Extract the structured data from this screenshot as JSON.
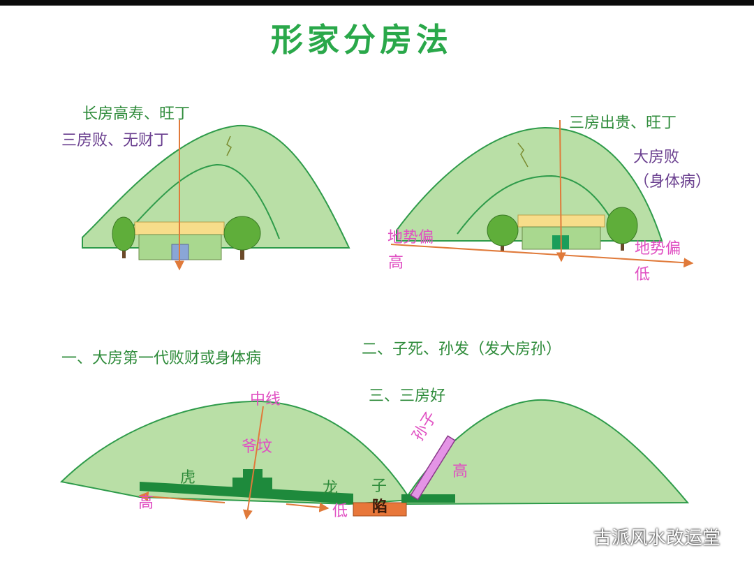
{
  "title": "形家分房法",
  "top_left": {
    "line1": "长房高寿、旺丁",
    "line2": "三房败、无财丁"
  },
  "top_right": {
    "line1": "三房出贵、旺丁",
    "line2": "大房败",
    "line3": "（身体病）",
    "slope_high_1": "地势偏",
    "slope_high_2": "高",
    "slope_low_1": "地势偏",
    "slope_low_2": "低"
  },
  "bottom": {
    "item1": "一、大房第一代败财或身体病",
    "item2": "二、子死、孙发（发大房孙）",
    "item3": "三、三房好",
    "center_line": "中线",
    "grandpa_tomb": "爷坟",
    "tiger": "虎",
    "dragon": "龙",
    "son": "子",
    "sunken": "陷",
    "grandson": "孙子",
    "high_left": "高",
    "low_right": "低",
    "high_right": "高"
  },
  "watermark": "古派风水改运堂",
  "colors": {
    "hill_fill": "#b9dfa6",
    "hill_stroke": "#2e9b4a",
    "arrow": "#e07a3a",
    "house_wall": "#a9d88f",
    "house_roof": "#f7dd8a",
    "door_blue": "#8aa6d6",
    "door_green": "#1b9d5a",
    "base_green": "#1e8a3c",
    "sunken_orange": "#e8773a",
    "grandson_pink": "#e494e6"
  }
}
